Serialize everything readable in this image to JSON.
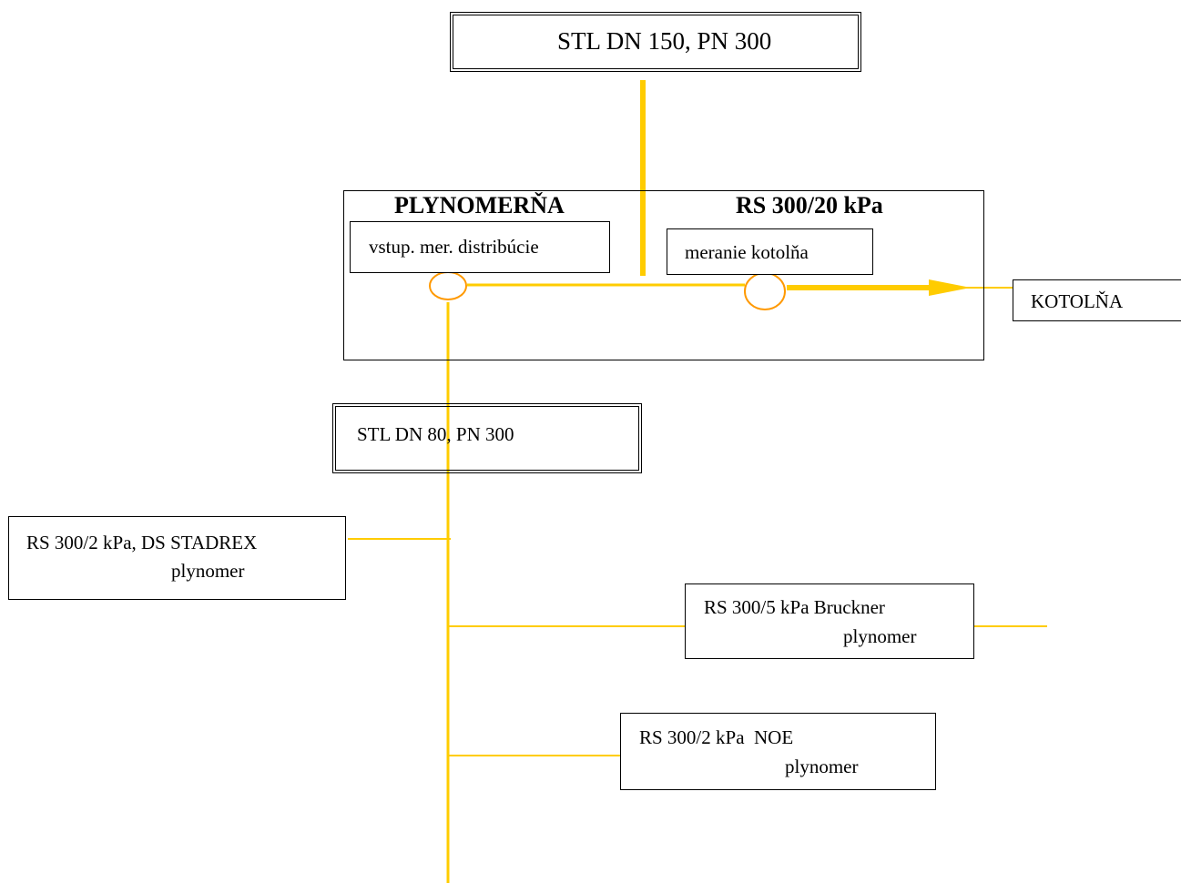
{
  "pipes": {
    "main_supply": "STL DN 150, PN 300",
    "branch_supply": "STL DN 80, PN 300"
  },
  "station": {
    "metering_label": "PLYNOMERŇA",
    "regulator_label": "RS 300/20 kPa",
    "distribution_meter": "vstup. mer. distribúcie",
    "boiler_meter": "meranie kotolňa"
  },
  "consumers": {
    "boiler_room": "KOTOLŇA",
    "stadrex": {
      "line1": "RS 300/2 kPa, DS STADREX",
      "line2": "plynomer"
    },
    "bruckner": {
      "line1": "RS 300/5 kPa Bruckner",
      "line2": "plynomer"
    },
    "noe": {
      "line1": "RS 300/2 kPa  NOE",
      "line2": "plynomer"
    }
  },
  "colors": {
    "pipe": "#FFCC00",
    "meter": "#FF9900",
    "border": "#000000"
  }
}
